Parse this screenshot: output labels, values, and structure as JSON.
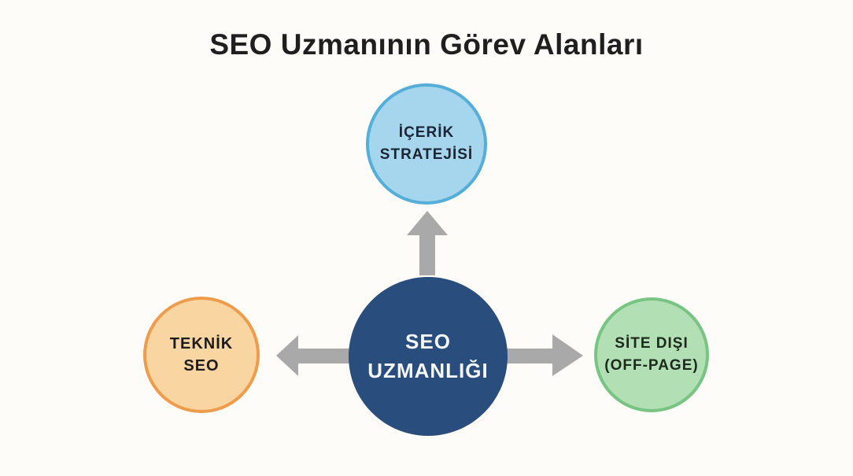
{
  "title": "SEO Uzmanının Görev Alanları",
  "colors": {
    "background": "#fdfcf8",
    "title_text": "#1f1f1f",
    "arrow": "#a9a9a9"
  },
  "center_node": {
    "line1": "SEO",
    "line2": "UZMANLIĞI",
    "fill": "#294d7c",
    "text_color": "#f5f7fa"
  },
  "nodes": {
    "top": {
      "line1": "İÇERİK",
      "line2": "STRATEJİSİ",
      "fill": "#a5d6ee",
      "border": "#54aed8",
      "text_color": "#1b2433"
    },
    "left": {
      "line1": "TEKNİK",
      "line2": "SEO",
      "fill": "#f9d5a1",
      "border": "#ee9c4c",
      "text_color": "#1c1c1c"
    },
    "right": {
      "line1": "SİTE DIŞI",
      "line2": "(OFF-PAGE)",
      "fill": "#b3dfb4",
      "border": "#77c483",
      "text_color": "#1c2a1e"
    }
  }
}
